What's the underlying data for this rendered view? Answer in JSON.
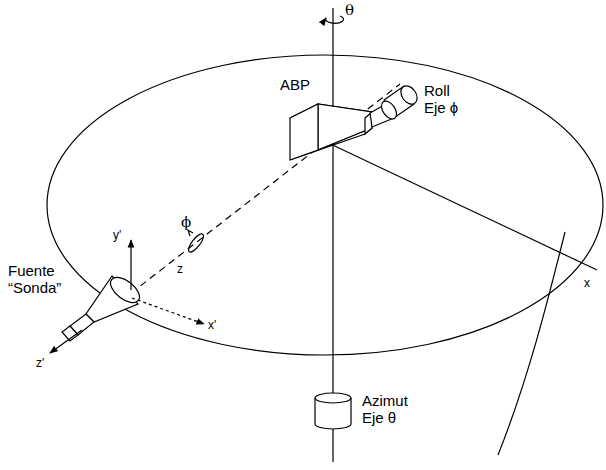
{
  "diagram": {
    "labels": [
      "θ",
      "ABP",
      "Roll Eje ϕ",
      "ϕ",
      "z",
      "y'",
      "x'",
      "z'",
      "Fuente “Sonda”",
      "x",
      "Azimut Eje θ"
    ]
  }
}
